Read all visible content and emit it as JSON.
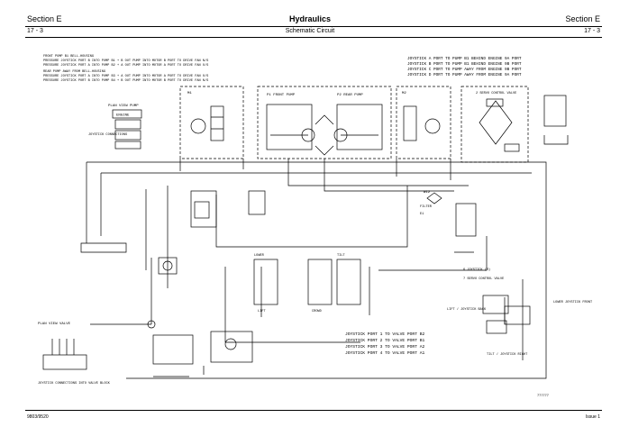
{
  "header": {
    "section_left": "Section E",
    "title": "Hydraulics",
    "section_right": "Section E",
    "page_left": "17 - 3",
    "subtitle": "Schematic Circuit",
    "page_right": "17 - 3"
  },
  "notes": {
    "top_left": [
      "FRONT PUMP B1 BELL-HOUSING",
      "PRESSURE JOYSTICK PORT B INTO PUMP B1 + B OUT PUMP INTO MOTOR B PORT TO DRIVE FAN N/S",
      "PRESSURE JOYSTICK PORT A INTO PUMP B2 + A OUT PUMP INTO MOTOR A PORT TO DRIVE FAN O/S",
      "REAR PUMP AWAY FROM BELL-HOUSING",
      "PRESSURE JOYSTICK PORT A INTO PUMP B3 + A OUT PUMP INTO MOTOR A PORT TO DRIVE FAN O/S",
      "PRESSURE JOYSTICK PORT B INTO PUMP B4 + B OUT PUMP INTO MOTOR B PORT TO DRIVE FAN N/S"
    ],
    "top_right": [
      "JOYSTICK A PORT TO PUMP B1 BEHIND ENGINE 9A PORT",
      "JOYSTICK B PORT TO PUMP B1 BEHIND ENGINE 9B PORT",
      "JOYSTICK C PORT TO PUMP AWAY FROM ENGINE 9B PORT",
      "JOYSTICK D PORT TO PUMP AWAY FROM ENGINE 9A PORT"
    ],
    "bottom_right": [
      "JOYSTICK PORT 1 TO VALVE PORT B2",
      "JOYSTICK PORT 2 TO VALVE PORT B1",
      "JOYSTICK PORT 3 TO VALVE PORT A2",
      "JOYSTICK PORT 4 TO VALVE PORT A1"
    ]
  },
  "labels": {
    "plan_view_pump": "PLAN VIEW PUMP",
    "engine": "ENGINE",
    "joystick_connections": "JOYSTICK CONNECTIONS",
    "plan_view_valve": "PLAN VIEW VALVE",
    "joystick_to_valve": "JOYSTICK CONNECTIONS INTO VALVE BLOCK",
    "m1": "M1",
    "m2": "M2",
    "p1_front_pump": "P1 FRONT PUMP",
    "p2_rear_pump": "P2 REAR PUMP",
    "servo_control_valve_top": "2 SERVO CONTROL VALVE",
    "servo_control_valve_mid": "7 SERVO CONTROL VALVE",
    "joystick_right_top": "6 JOYSTICK (R)",
    "joystick_right_back": "LIFT / JOYSTICK BACK",
    "joystick_front": "LOWER JOYSTICK FRONT",
    "tilt_joystick_right": "TILT / JOYSTICK RIGHT",
    "lift": "LIFT",
    "lower": "LOWER",
    "tilt": "TILT",
    "crowd": "CROWD",
    "filter": "FILTER",
    "w12": "W12",
    "e1": "E1",
    "reference_code": "777777"
  },
  "footer": {
    "left": "9803/9520",
    "right": "Issue 1"
  }
}
